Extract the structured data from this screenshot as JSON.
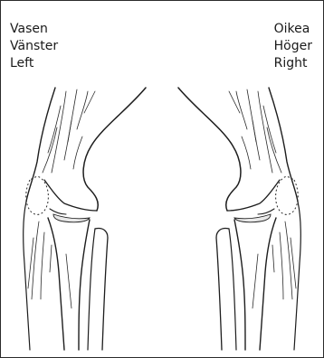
{
  "left_labels": [
    "Vasen",
    "Vänster",
    "Left"
  ],
  "right_labels": [
    "Oikea",
    "Höger",
    "Right"
  ]
}
